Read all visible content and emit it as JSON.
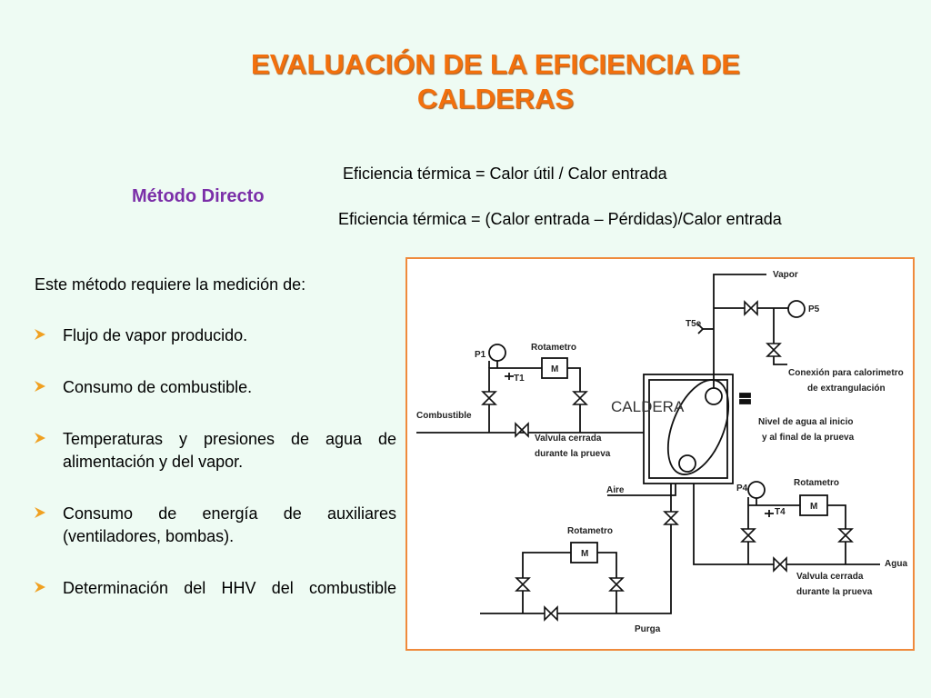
{
  "title": "EVALUACIÓN DE LA EFICIENCIA DE CALDERAS",
  "method": "Método Directo",
  "equations": [
    "Eficiencia térmica = Calor útil  / Calor entrada",
    "Eficiencia térmica = (Calor entrada – Pérdidas)/Calor entrada"
  ],
  "intro": "Este método requiere la medición de:",
  "bullets": [
    "Flujo de vapor producido.",
    "Consumo de combustible.",
    "Temperaturas y presiones de agua de alimentación y del vapor.",
    "Consumo de energía de auxiliares (ventiladores, bombas).",
    "Determinación del HHV del combustible"
  ],
  "colors": {
    "title": "#f2700d",
    "method": "#7b2fa8",
    "bullet_arrow": "#f0a020",
    "frame": "#ef8a3c"
  },
  "diagram": {
    "caldera": "CALDERA",
    "vapor": "Vapor",
    "p5": "P5",
    "t5e": "T5e",
    "conexion_1": "Conexión para calorimetro",
    "conexion_2": "de extrangulación",
    "p1": "P1",
    "t1": "T1",
    "rotametro_1": "Rotametro",
    "m_1": "M",
    "combustible": "Combustible",
    "valvula_1a": "Valvula cerrada",
    "valvula_1b": "durante la prueva",
    "nivel_1": "Nivel de agua al inicio",
    "nivel_2": "y al final de la prueva",
    "aire": "Aire",
    "p4": "P4",
    "t4": "T4",
    "rotametro_2": "Rotametro",
    "m_2": "M",
    "agua": "Agua",
    "valvula_2a": "Valvula cerrada",
    "valvula_2b": "durante la prueva",
    "rotametro_3": "Rotametro",
    "m_3": "M",
    "purga": "Purga"
  }
}
